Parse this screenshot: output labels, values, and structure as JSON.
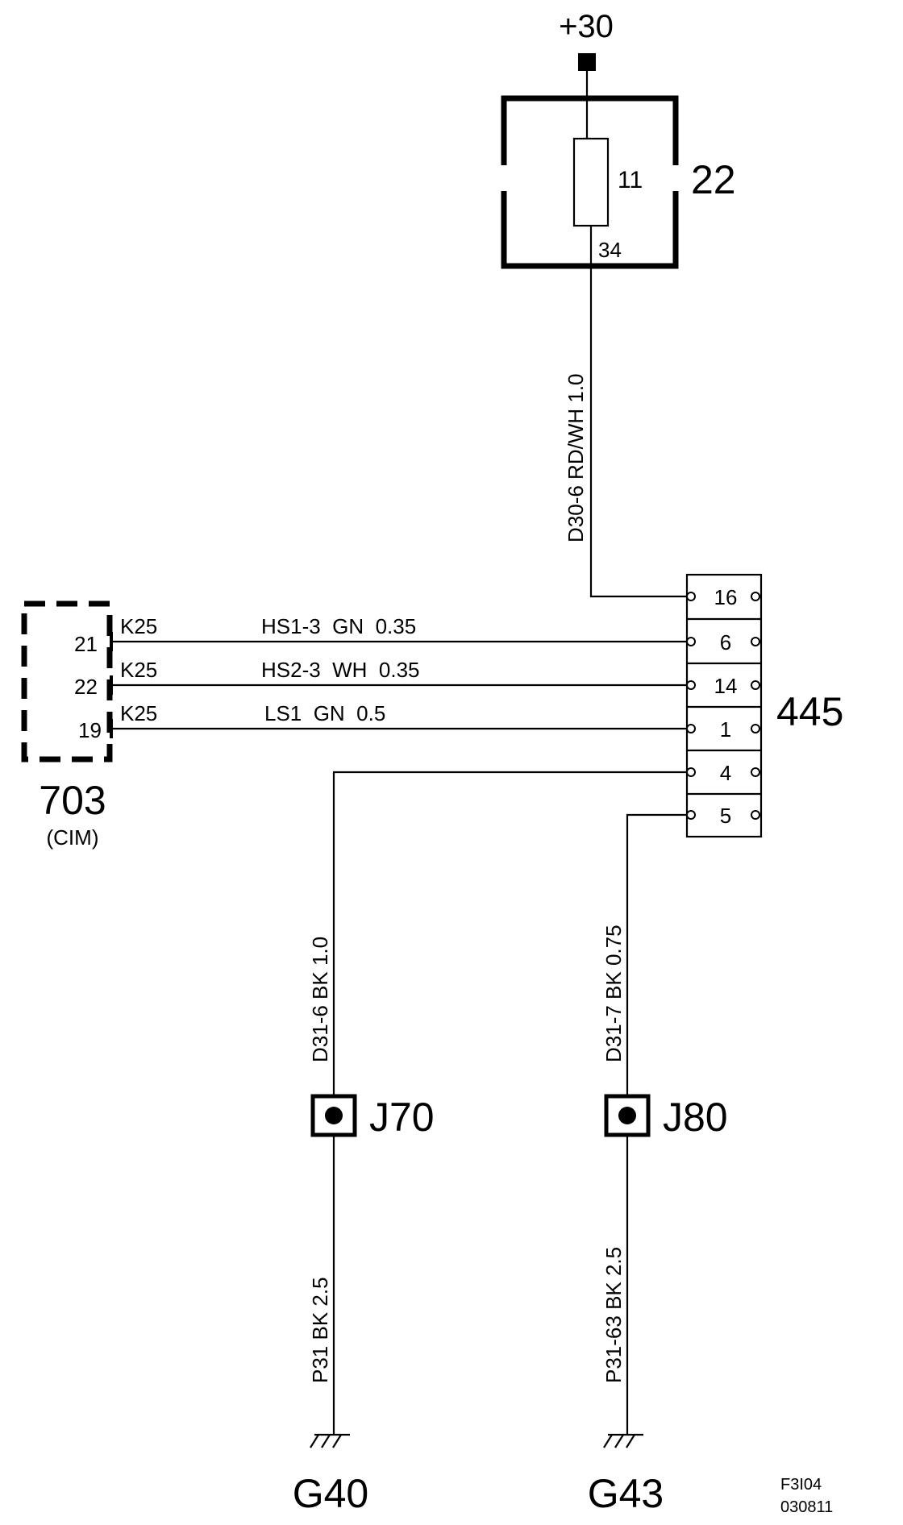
{
  "supply": {
    "label": "+30"
  },
  "fuse_box": {
    "id": "22",
    "fuse": "11",
    "pin": "34"
  },
  "wires": {
    "supply": "D30-6  RD/WH  1.0",
    "hs1": "HS1-3  GN  0.35",
    "hs2": "HS2-3  WH  0.35",
    "ls1": "LS1  GN  0.5",
    "ground_left": "D31-6  BK  1.0",
    "ground_right": "D31-7  BK  0.75",
    "ground_g40": "P31  BK  2.5",
    "ground_g43": "P31-63  BK  2.5"
  },
  "cim": {
    "id": "703",
    "sub": "(CIM)",
    "connector": "K25",
    "pins": [
      "21",
      "22",
      "19"
    ]
  },
  "connector_445": {
    "id": "445",
    "pins": [
      "16",
      "6",
      "14",
      "1",
      "4",
      "5"
    ]
  },
  "splices": {
    "left": "J70",
    "right": "J80"
  },
  "grounds": {
    "left": "G40",
    "right": "G43"
  },
  "doc": {
    "code": "F3I04",
    "date": "030811"
  }
}
